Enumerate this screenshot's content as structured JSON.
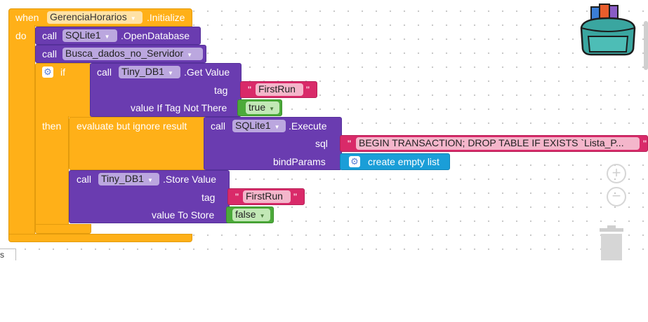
{
  "event": {
    "when_label": "when",
    "component": "GerenciaHorarios",
    "event_name": ".Initialize",
    "do_label": "do"
  },
  "stmt_open_db": {
    "call_label": "call",
    "component": "SQLite1",
    "method": ".OpenDatabase"
  },
  "stmt_busca": {
    "call_label": "call",
    "procedure": "Busca_dados_no_Servidor"
  },
  "if_block": {
    "if_label": "if",
    "then_label": "then"
  },
  "get_value": {
    "call_label": "call",
    "component": "Tiny_DB1",
    "method": ".Get Value",
    "tag_label": "tag",
    "tag_value": "FirstRun",
    "default_label": "value If Tag Not There",
    "default_value": "true"
  },
  "evaluate": {
    "label": "evaluate but ignore result"
  },
  "execute": {
    "call_label": "call",
    "component": "SQLite1",
    "method": ".Execute",
    "sql_label": "sql",
    "sql_value": "BEGIN TRANSACTION; DROP TABLE IF EXISTS `Lista_P...",
    "params_label": "bindParams",
    "params_value": "create empty list"
  },
  "store_value": {
    "call_label": "call",
    "component": "Tiny_DB1",
    "method": ".Store Value",
    "tag_label": "tag",
    "tag_value": "FirstRun",
    "value_label": "value To Store",
    "value_value": "false"
  },
  "quote": "\"",
  "side_tab": {
    "label": "s"
  },
  "icons": [
    "backpack-icon",
    "zoom-in-icon",
    "zoom-out-icon",
    "trash-icon",
    "gear-icon",
    "chevron-down-icon"
  ],
  "colors": {
    "event": "#ffb018",
    "component": "#6a3cb0",
    "logic": "#4caa3a",
    "text": "#d92a69",
    "list": "#1a9ed8"
  }
}
